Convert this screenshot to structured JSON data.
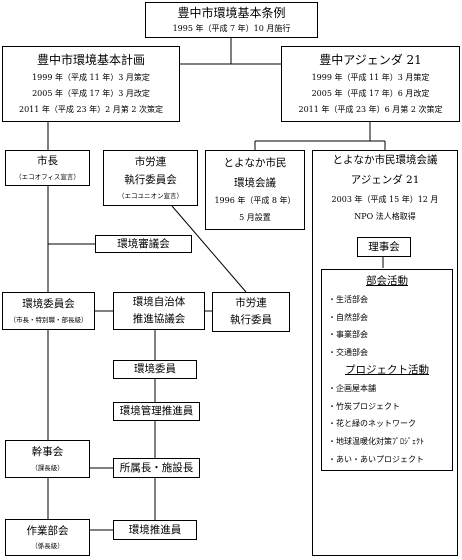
{
  "ordinance": {
    "title": "豊中市環境基本条例",
    "date": "1995 年（平成 7 年）10 月施行"
  },
  "basic_plan": {
    "title": "豊中市環境基本計画",
    "history": [
      "1999 年（平成 11 年）3 月策定",
      "2005 年（平成 17 年）3 月改定",
      "2011 年（平成 23 年）2 月第 2 次策定"
    ]
  },
  "agenda21": {
    "title": "豊中アジェンダ 21",
    "history": [
      "1999 年（平成 11 年）3 月策定",
      "2005 年（平成 17 年）6 月改定",
      "2011 年（平成 23 年）6 月第 2 次策定"
    ]
  },
  "citizen_council": {
    "name_lines": [
      "とよなか市民",
      "環境会議"
    ],
    "established": [
      "1996 年（平成 8 年）",
      "5 月設置"
    ]
  },
  "agenda21_council": {
    "name_lines": [
      "とよなか市民環境会議",
      "アジェンダ 21"
    ],
    "incorporated": [
      "2003 年（平成 15 年）12 月",
      "NPO 法人格取得"
    ],
    "board": "理事会",
    "activities": [
      {
        "heading": "部会活動",
        "items": [
          "・生活部会",
          "・自然部会",
          "・事業部会",
          "・交通部会"
        ]
      },
      {
        "heading": "プロジェクト活動",
        "items": [
          "・企画屋本舗",
          "・竹炭プロジェクト",
          "・花と緑のネットワーク",
          "・地球温暖化対策ﾌﾟﾛｼﾞｪｸﾄ",
          "・あい・あいプロジェクト"
        ]
      }
    ]
  },
  "mayor": {
    "title": "市長",
    "note": "（エコオフィス宣言）"
  },
  "union_executive_committee": {
    "name_lines": [
      "市労連",
      "執行委員会"
    ],
    "note": "（エコユニオン宣言）"
  },
  "environmental_council": "環境審議会",
  "environment_committee": {
    "title": "環境委員会",
    "note": "（市長・特別職・部長級）"
  },
  "promotion_council": {
    "name_lines": [
      "環境自治体",
      "推進協議会"
    ]
  },
  "union_executives": {
    "name_lines": [
      "市労連",
      "執行委員"
    ]
  },
  "environment_members": "環境委員",
  "env_management_promoters": "環境管理推進員",
  "facility_heads": "所属長・施設長",
  "environment_promoters": "環境推進員",
  "secretariat": {
    "title": "幹事会",
    "note": "（課長級）"
  },
  "working_group": {
    "title": "作業部会",
    "note": "（係長級）"
  }
}
